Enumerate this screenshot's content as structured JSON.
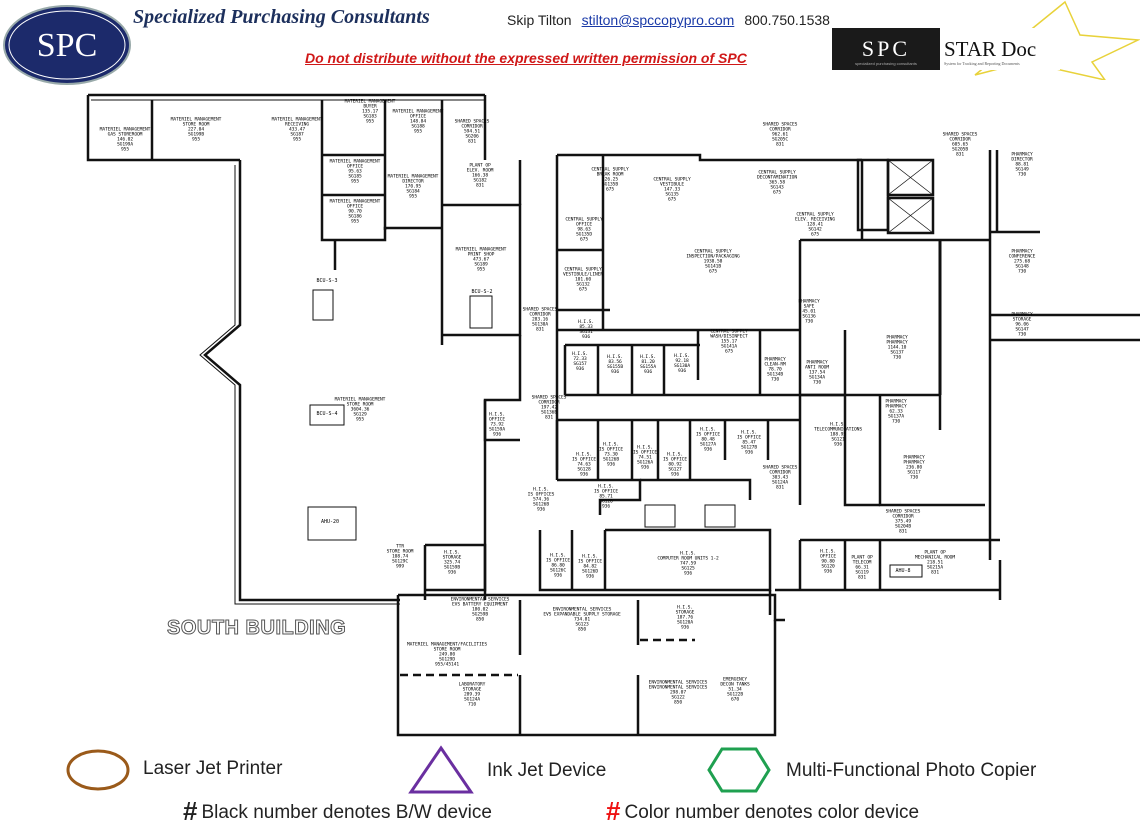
{
  "header": {
    "logo_text": "SPC",
    "company": "Specialized Purchasing Consultants",
    "contact_name": "Skip Tilton",
    "contact_email": "stilton@spccopypro.com",
    "contact_phone": "800.750.1538",
    "warning": "Do not distribute without the expressed written permission of SPC",
    "stardoc_logo": {
      "spc": "SPC",
      "title": "STAR Doc",
      "sub_left": "specialized purchasing consultants",
      "sub_right": "System for Tracking and Reporting Documents"
    }
  },
  "plan": {
    "building_label": "SOUTH BUILDING",
    "equipment": [
      "BCU-S-3",
      "BCU-S-2",
      "BCU-S-4",
      "AHU-20",
      "AHU-8"
    ],
    "rooms": [
      "MATERIEL MANAGEMENT\nGAS STOREROOM\n146.02\nSG199A\n955",
      "MATERIEL MANAGEMENT\nSTORE ROOM\n227.04\nSG199B\n955",
      "MATERIEL MANAGEMENT\nRECEIVING\n433.47\nSG187\n955",
      "MATERIEL MANAGEMENT\nBUYER\n135.17\nSG183\n955",
      "MATERIEL MANAGEMENT\nOFFICE\n148.84\nSG188\n955",
      "SHARED SPACES\nCORRIDOR\n594.51\nSG206\n831",
      "MATERIEL MANAGEMENT\nOFFICE\n95.63\nSG185\n955",
      "MATERIEL MANAGEMENT\nDIRECTOR\n170.95\nSG184\n955",
      "MATERIEL MANAGEMENT\nOFFICE\n90.70\nSG186\n955",
      "PLANT OP\nELEV. ROOM\n166.38\nSG182\n831",
      "MATERIEL MANAGEMENT\nPRINT SHOP\n473.67\nSG189\n955",
      "MATERIEL MANAGEMENT\nSTORE ROOM\n3604.36\nSG129\n955",
      "CENTRAL SUPPLY\nBREAK ROOM\n126.25\nSG135B\n675",
      "CENTRAL SUPPLY\nVESTIBULE\n147.33\nSG135\n675",
      "CENTRAL SUPPLY\nDECONTAMINATION\n365.58\nSG143\n675",
      "CENTRAL SUPPLY\nOFFICE\n98.63\nSG135D\n675",
      "CENTRAL SUPPLY\nINSPECTION/PACKAGING\n1938.58\nSG141B\n675",
      "CENTRAL SUPPLY\nELEV. RECEIVING\n128.41\nSG142\n675",
      "CENTRAL SUPPLY\nVESTIBULE/LINEN\n101.60\nSG132\n675",
      "SHARED SPACES\nCORRIDOR\n283.16\nSG130A\n831",
      "H.I.S.\n85.33\nSG131\n936",
      "CENTRAL SUPPLY\nWASH/DISINFECT\n155.17\nSG141A\n675",
      "PHARMACY\nSAFE\n45.01\nSG136\n730",
      "PHARMACY\nPHARMACY\n1144.10\nSG137\n730",
      "PHARMACY\nDIRECTOR\n88.81\nSG149\n730",
      "SHARED SPACES\nCORRIDOR\n605.65\nSG205B\n831",
      "SHARED SPACES\nCORRIDOR\n962.61\nSG205C\n831",
      "PHARMACY\nCONFERENCE\n275.68\nSG148\n730",
      "PHARMACY\nSTORAGE\n96.06\nSG147\n730",
      "H.I.S.\n72.33\nSG157\n936",
      "H.I.S.\n83.56\nSG155B\n936",
      "H.I.S.\n81.20\nSG155A\n936",
      "H.I.S.\n92.18\nSG130A\n936",
      "PHARMACY\nCLEAN-RM\n78.70\nSG134B\n730",
      "PHARMACY\nANTI ROOM\n137.54\nSG134A\n730",
      "SHARED SPACES\nCORRIDOR\n197.42\nSG136B\n831",
      "H.I.S.\nOFFICE\n73.92\nSG159A\n936",
      "H.I.S.\nTELECOMMUNICATIONS\n188.95\nSG121\n936",
      "PHARMACY\nPHARMACY\n62.33\nSG137A\n730",
      "PHARMACY\nPHARMACY\n236.80\nSG117\n730",
      "H.I.S.\nIS OFFICE\n74.63\nSG128\n936",
      "H.I.S.\nIS OFFICE\n73.30\nSG126B\n936",
      "H.I.S.\nIS OFFICE\n74.51\nSG126A\n936",
      "H.I.S.\nIS OFFICE\n80.92\nSG127\n936",
      "H.I.S.\nIS OFFICE\n80.48\nSG127A\n936",
      "H.I.S.\nIS OFFICE\n85.47\nSG127B\n936",
      "SHARED SPACES\nCORRIDOR\n303.43\nSG124A\n831",
      "H.I.S.\nIS OFFICES\n574.36\nSG126B\n936",
      "H.I.S.\nIS OFFICE\n85.71\nSG126\n936",
      "SHARED SPACES\nCORRIDOR\n375.49\nSG204B\n831",
      "TTR\nSTORE ROOM\n108.74\nSG129C\n999",
      "H.I.S.\nSTORAGE\n325.74\nSG159B\n936",
      "H.I.S.\nIS OFFICE\n86.80\nSG126C\n936",
      "H.I.S.\nIS OFFICE\n84.82\nSG126D\n936",
      "H.I.S.\nCOMPUTER ROOM UNITS 1-2\n747.59\nSG125\n936",
      "H.I.S.\nOFFICE\n90.80\nSG120\n936",
      "PLANT OP\nTELECOM\n66.31\nSG119\n831",
      "PLANT OP\nMECHANICAL ROOM\n218.51\nSG215A\n831",
      "ENVIRONMENTAL SERVICES\nEVS BATTERY EQUIPMENT\n180.02\nSG259B\n850",
      "ENVIRONMENTAL SERVICES\nEVS EXPANDABLE SUPPLY STORAGE\n734.81\nSG123\n850",
      "H.I.S.\nSTORAGE\n187.76\nSG120A\n936",
      "MATERIEL MANAGEMENT/FACILITIES\nSTORE ROOM\n249.80\nSG129D\n955/45141",
      "LABORATORY\nSTORAGE\n289.39\nSG124A\n710",
      "ENVIRONMENTAL SERVICES\nENVIRONMENTAL SERVICES\n298.07\nSG122\n850",
      "EMERGENCY\nDECON TANKS\n51.34\nSG122B\n670"
    ]
  },
  "legend": {
    "laser": "Laser Jet Printer",
    "inkjet": "Ink Jet Device",
    "mfp": "Multi-Functional Photo Copier",
    "hash": "#",
    "bw_note": "Black number denotes B/W device",
    "color_note": "Color number denotes color device",
    "colors": {
      "laser": "#9a5a1a",
      "inkjet": "#6a2fa0",
      "mfp": "#1fa050",
      "color_hash": "#ee1111"
    }
  }
}
